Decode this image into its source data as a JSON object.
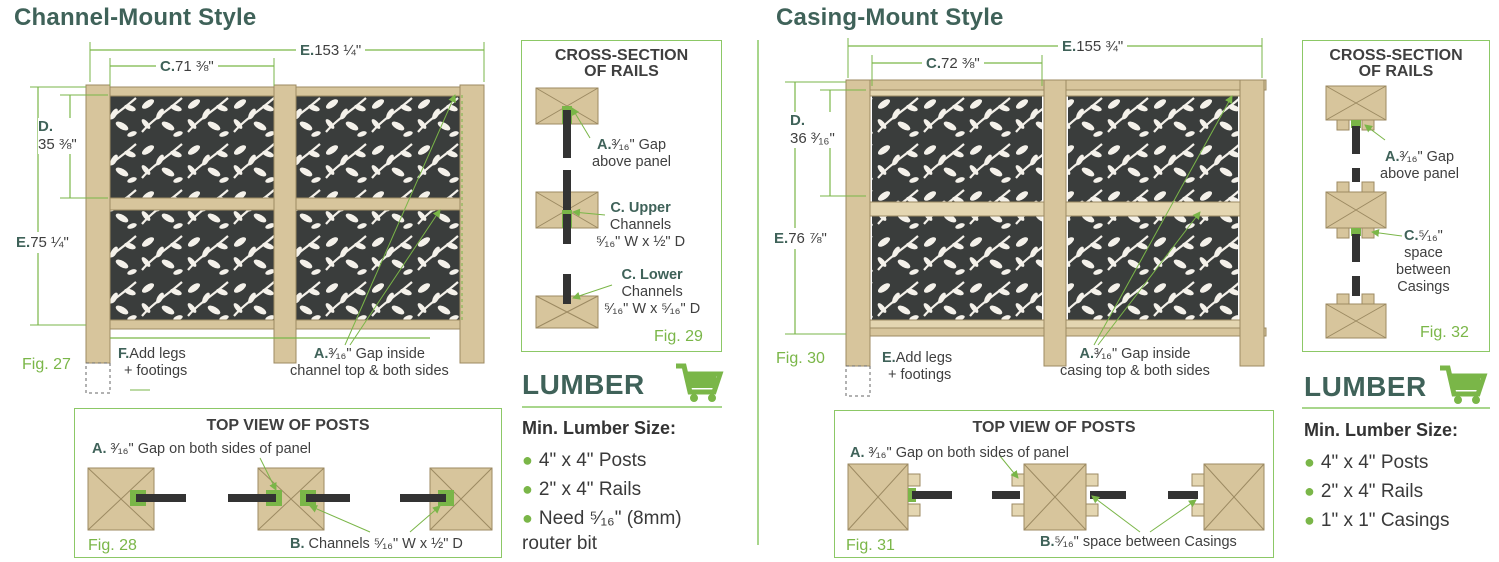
{
  "left": {
    "title": "Channel-Mount Style",
    "dims": {
      "E_top_letter": "E.",
      "E_top_value": "153 ¼\"",
      "C_letter": "C.",
      "C_value": "71 ⅜\"",
      "D_letter": "D.",
      "D_value": "35 ⅜\"",
      "E_side_letter": "E.",
      "E_side_value": "75 ¼\""
    },
    "fig_main": "Fig. 27",
    "legs_letter": "F.",
    "legs_line1": "Add legs",
    "legs_line2": "+ footings",
    "gap_letter": "A.",
    "gap_line1": "³⁄₁₆\" Gap inside",
    "gap_line2": "channel top & both sides",
    "cross": {
      "head1": "CROSS-SECTION",
      "head2": "OF RAILS",
      "a_letter": "A.",
      "a_line1": "³⁄₁₆\" Gap",
      "a_line2": "above panel",
      "c1_letter": "C.",
      "c1_word": "Upper",
      "c1_line2": "Channels",
      "c1_line3": "⁵⁄₁₆\" W x ½\" D",
      "c2_letter": "C.",
      "c2_word": "Lower",
      "c2_line2": "Channels",
      "c2_line3": "⁵⁄₁₆\" W x ⁵⁄₁₆\" D",
      "fig": "Fig. 29"
    },
    "top_view": {
      "head": "TOP VIEW OF POSTS",
      "a_letter": "A.",
      "a_text": "³⁄₁₆\" Gap on both sides of panel",
      "b_letter": "B.",
      "b_text": "Channels ⁵⁄₁₆\" W x ½\" D",
      "fig": "Fig. 28"
    },
    "lumber": {
      "heading": "LUMBER",
      "min": "Min. Lumber Size:",
      "items": [
        "4\" x 4\" Posts",
        "2\" x 4\" Rails",
        "Need ⁵⁄₁₆\" (8mm)"
      ],
      "item3_cont": "router bit"
    }
  },
  "right": {
    "title": "Casing-Mount Style",
    "dims": {
      "E_top_letter": "E.",
      "E_top_value": "155 ¾\"",
      "C_letter": "C.",
      "C_value": "72 ⅜\"",
      "D_letter": "D.",
      "D_value": "36 ³⁄₁₆\"",
      "E_side_letter": "E.",
      "E_side_value": "76 ⅞\""
    },
    "fig_main": "Fig. 30",
    "legs_letter": "E.",
    "legs_line1": "Add legs",
    "legs_line2": "+ footings",
    "gap_letter": "A.",
    "gap_line1": "³⁄₁₆\" Gap inside",
    "gap_line2": "casing top & both sides",
    "cross": {
      "head1": "CROSS-SECTION",
      "head2": "OF RAILS",
      "a_letter": "A.",
      "a_line1": "³⁄₁₆\" Gap",
      "a_line2": "above panel",
      "c_letter": "C.",
      "c_line1": "⁵⁄₁₆\"",
      "c_line2": "space",
      "c_line3": "between",
      "c_line4": "Casings",
      "fig": "Fig. 32"
    },
    "top_view": {
      "head": "TOP VIEW OF POSTS",
      "a_letter": "A.",
      "a_text": "³⁄₁₆\" Gap on both sides of panel",
      "b_letter": "B.",
      "b_text": "⁵⁄₁₆\" space between Casings",
      "fig": "Fig. 31"
    },
    "lumber": {
      "heading": "LUMBER",
      "min": "Min. Lumber Size:",
      "items": [
        "4\" x 4\" Posts",
        "2\" x 4\" Rails",
        "1\" x 1\" Casings"
      ]
    }
  },
  "colors": {
    "wood": "#d7c59c",
    "wood_edge": "#9c8a62",
    "panel": "#3a3d3c",
    "accent": "#7ab648",
    "title": "#3f6259"
  }
}
